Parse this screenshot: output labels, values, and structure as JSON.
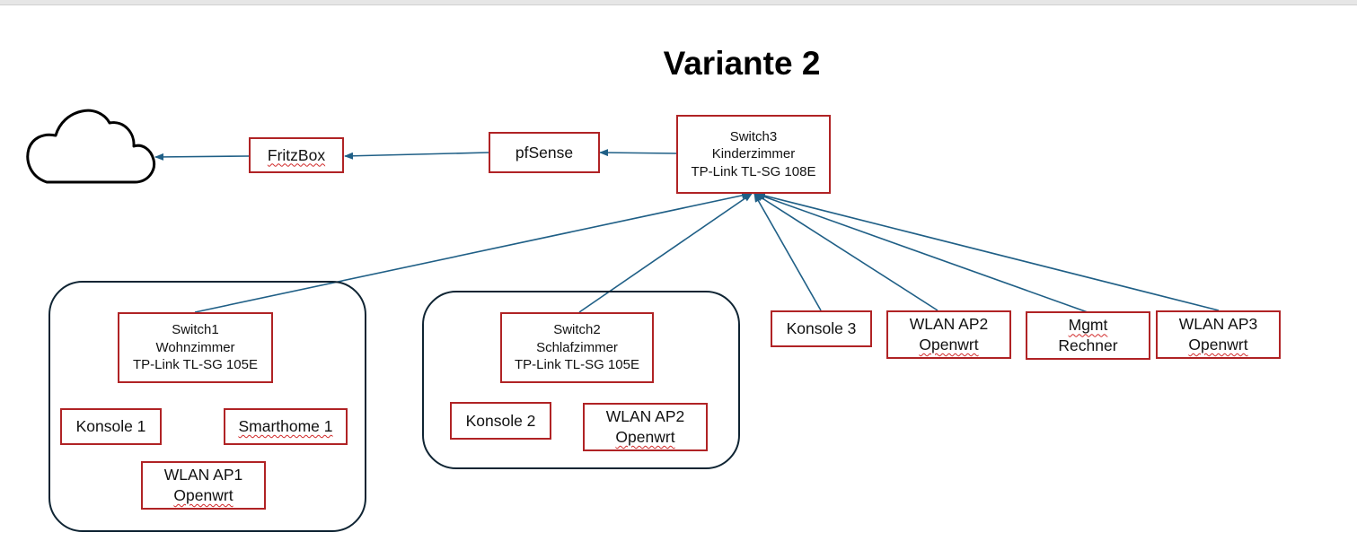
{
  "title": "Variante 2",
  "colors": {
    "box_border": "#b02325",
    "connector": "#1f5f86",
    "room_border": "#0f2433"
  },
  "icons": {
    "internet": "cloud-icon"
  },
  "nodes": {
    "fritzbox": {
      "label": "FritzBox"
    },
    "pfsense": {
      "label": "pfSense"
    },
    "switch3": {
      "line1": "Switch3",
      "line2": "Kinderzimmer",
      "line3": "TP-Link TL-SG 108E"
    },
    "switch1": {
      "line1": "Switch1",
      "line2": "Wohnzimmer",
      "line3": "TP-Link TL-SG 105E"
    },
    "konsole1": {
      "label": "Konsole 1"
    },
    "smarthome1": {
      "label": "Smarthome 1"
    },
    "wlan_ap1": {
      "line1": "WLAN AP1",
      "line2": "Openwrt"
    },
    "switch2": {
      "line1": "Switch2",
      "line2": "Schlafzimmer",
      "line3": "TP-Link TL-SG 105E"
    },
    "konsole2": {
      "label": "Konsole 2"
    },
    "wlan_ap2_room": {
      "line1": "WLAN AP2",
      "line2": "Openwrt"
    },
    "konsole3": {
      "label": "Konsole 3"
    },
    "wlan_ap2": {
      "line1": "WLAN AP2",
      "line2": "Openwrt"
    },
    "mgmt": {
      "line1": "Mgmt",
      "line2": "Rechner"
    },
    "wlan_ap3": {
      "line1": "WLAN AP3",
      "line2": "Openwrt"
    }
  }
}
